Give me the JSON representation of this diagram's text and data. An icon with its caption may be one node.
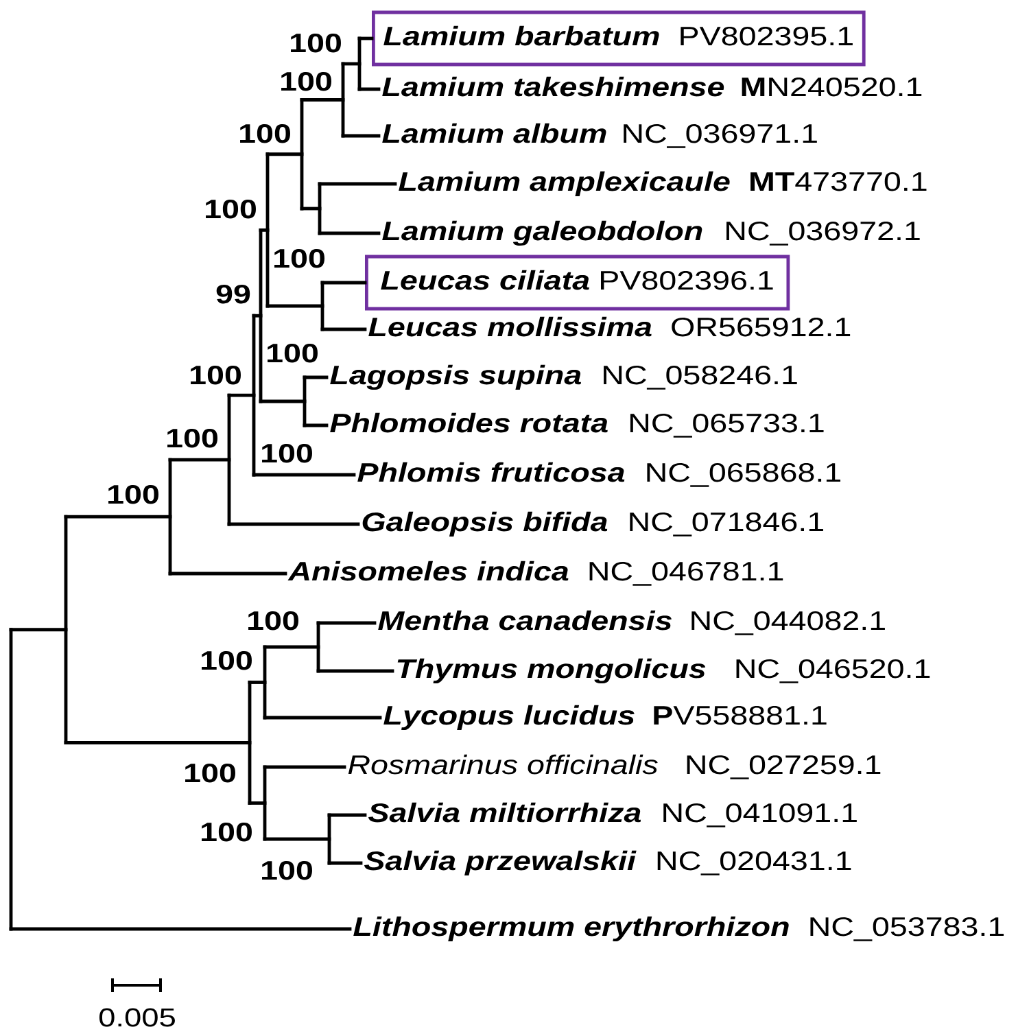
{
  "diagram": {
    "nodes": [
      {
        "text": [
          "Lamium barbatum",
          "PV802395.1"
        ]
      },
      {
        "text": [
          "Lamium takeshimense",
          "**M**N240520.1"
        ]
      },
      {
        "text": [
          "Lamium album",
          "NC_036971.1"
        ]
      },
      {
        "text": [
          "Lamium amplexicaule",
          "**MT**473770.1"
        ]
      },
      {
        "text": [
          "Lamium galeobdolon",
          "NC_036972.1"
        ]
      },
      {
        "text": [
          "Leucas ciliata",
          "PV802396.1"
        ]
      },
      {
        "text": [
          "Leucas mollissima",
          "OR565912.1"
        ]
      },
      {
        "text": [
          "Lagopsis supina",
          "NC_058246.1"
        ]
      },
      {
        "text": [
          "Phlomoides rotata",
          "NC_065733.1"
        ]
      },
      {
        "text": [
          "Phlomis fruticosa",
          "NC_065868.1"
        ]
      },
      {
        "text": [
          "Galeopsis bifida",
          "NC_071846.1"
        ]
      },
      {
        "text": [
          "Anisomeles indica",
          "NC_046781.1"
        ]
      },
      {
        "text": [
          "Mentha canadensis",
          "NC_044082.1"
        ]
      },
      {
        "text": [
          "Thymus mongolicus",
          "NC_046520.1"
        ]
      },
      {
        "text": [
          "Lycopus lucidus",
          "**P**V558881.1"
        ]
      },
      {
        "text": [
          "Rosmarinus officinalis",
          "NC_027259.1"
        ]
      },
      {
        "text": [
          "Salvia miltiorrhiza",
          "NC_041091.1"
        ]
      },
      {
        "text": [
          "Salvia przewalskii",
          "NC_020431.1"
        ]
      },
      {
        "text": [
          "Lithospermum erythrorhizon",
          "NC_053783.1"
        ]
      }
    ],
    "edges": [
      {
        "from": null,
        "to": 0,
        "arrow": "none"
      },
      {
        "from": null,
        "to": 1,
        "arrow": "none"
      },
      {
        "from": null,
        "to": 2,
        "arrow": "none"
      },
      {
        "from": null,
        "to": 3,
        "arrow": "none"
      },
      {
        "from": null,
        "to": 4,
        "arrow": "none"
      },
      {
        "from": null,
        "to": 5,
        "arrow": "none"
      },
      {
        "from": null,
        "to": 6,
        "arrow": "none"
      },
      {
        "from": null,
        "to": 7,
        "arrow": "none"
      },
      {
        "from": null,
        "to": 8,
        "arrow": "none"
      },
      {
        "from": null,
        "to": 9,
        "arrow": "none"
      },
      {
        "from": null,
        "to": 10,
        "arrow": "none"
      },
      {
        "from": null,
        "to": 11,
        "arrow": "none"
      },
      {
        "from": null,
        "to": 12,
        "arrow": "none"
      },
      {
        "from": null,
        "to": 13,
        "arrow": "none"
      },
      {
        "from": null,
        "to": 14,
        "arrow": "none"
      },
      {
        "from": null,
        "to": 15,
        "arrow": "none"
      },
      {
        "from": null,
        "to": 16,
        "arrow": "none"
      },
      {
        "from": null,
        "to": 17,
        "arrow": "none"
      },
      {
        "from": null,
        "to": 18,
        "arrow": "none"
      }
    ],
    "labels": [
      "100",
      "100",
      "100",
      "100",
      "100",
      "99",
      "100",
      "100",
      "100",
      "100",
      "100",
      "100",
      "100",
      "100",
      "100",
      "100",
      "0.005"
    ]
  }
}
